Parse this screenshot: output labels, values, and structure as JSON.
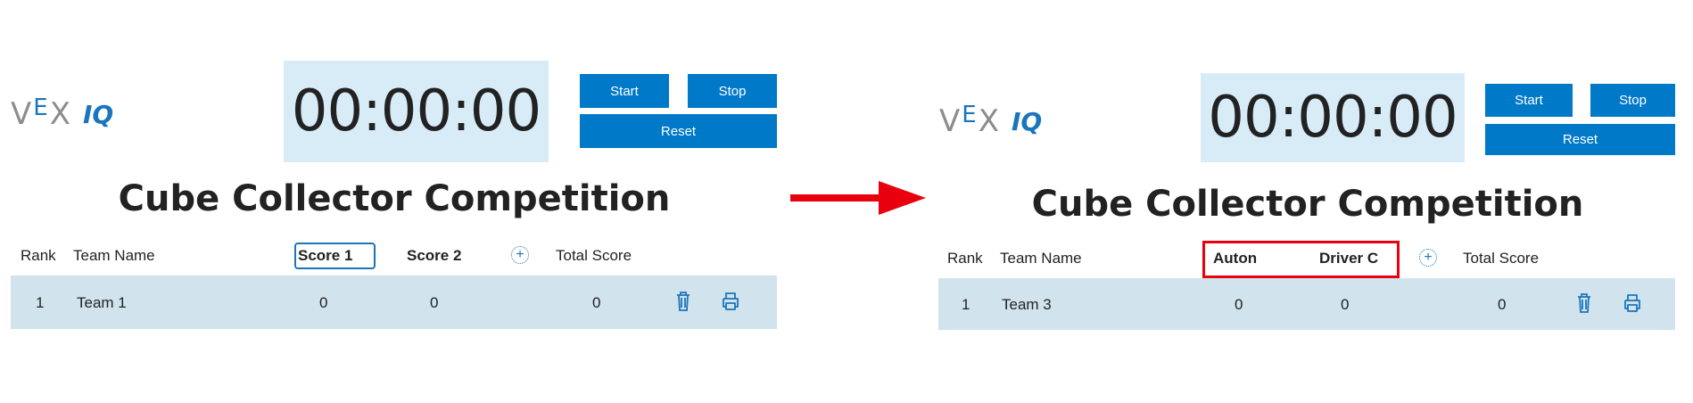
{
  "colors": {
    "accent": "#0079c9",
    "timer_bg": "#d8ecf8",
    "row_bg": "#d1e3ec",
    "highlight": "#e8000f"
  },
  "before": {
    "logo": {
      "vex_v": "V",
      "vex_e": "E",
      "vex_x": "X",
      "iq": "IQ"
    },
    "timer": "00:00:00",
    "buttons": {
      "start": "Start",
      "stop": "Stop",
      "reset": "Reset"
    },
    "title": "Cube Collector Competition",
    "headers": {
      "rank": "Rank",
      "team": "Team Name",
      "score1": "Score 1",
      "score2": "Score 2",
      "add": "+",
      "total": "Total Score"
    },
    "rows": [
      {
        "rank": "1",
        "team": "Team 1",
        "score1": "0",
        "score2": "0",
        "total": "0"
      }
    ]
  },
  "after": {
    "logo": {
      "vex_v": "V",
      "vex_e": "E",
      "vex_x": "X",
      "iq": "IQ"
    },
    "timer": "00:00:00",
    "buttons": {
      "start": "Start",
      "stop": "Stop",
      "reset": "Reset"
    },
    "title": "Cube Collector Competition",
    "headers": {
      "rank": "Rank",
      "team": "Team Name",
      "score1": "Auton",
      "score2": "Driver C",
      "add": "+",
      "total": "Total Score"
    },
    "rows": [
      {
        "rank": "1",
        "team": "Team 3",
        "score1": "0",
        "score2": "0",
        "total": "0"
      }
    ]
  },
  "icons": {
    "arrow": "right-arrow",
    "delete": "trash-icon",
    "print": "printer-icon",
    "add": "plus-circle-icon"
  }
}
